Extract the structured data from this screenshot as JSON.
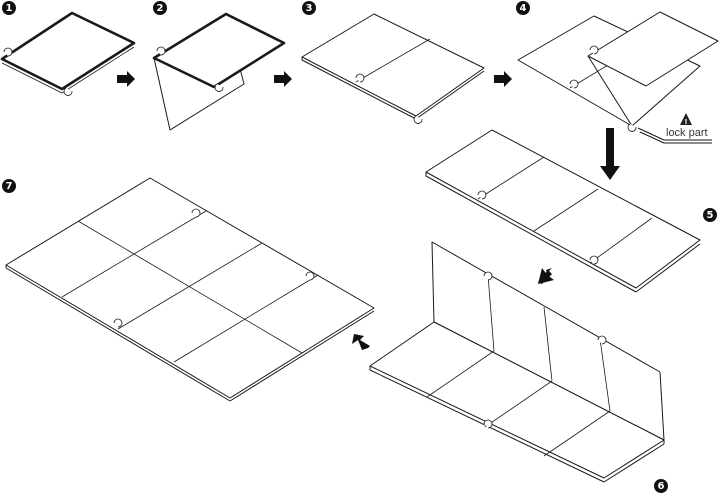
{
  "steps": [
    "1",
    "2",
    "3",
    "4",
    "5",
    "6",
    "7"
  ],
  "callout": {
    "label": "lock part",
    "icon": "warning-triangle-icon"
  }
}
